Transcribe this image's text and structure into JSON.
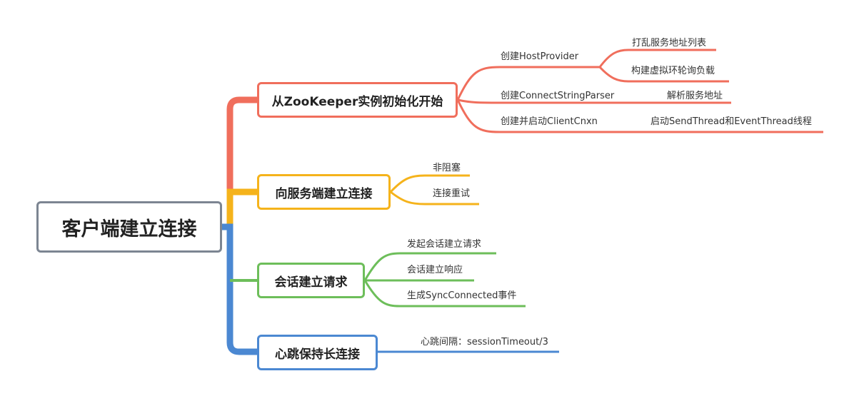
{
  "colors": {
    "root_border": "#7c8592",
    "branch1": "#f06e5c",
    "branch2": "#f5b31b",
    "branch3": "#6dbe5a",
    "branch4": "#4b88d2"
  },
  "root": {
    "label": "客户端建立连接"
  },
  "branches": [
    {
      "label": "从ZooKeeper实例初始化开始",
      "children": [
        {
          "label": "创建HostProvider",
          "children": [
            {
              "label": "打乱服务地址列表"
            },
            {
              "label": "构建虚拟环轮询负载"
            }
          ]
        },
        {
          "label": "创建ConnectStringParser",
          "children": [
            {
              "label": "解析服务地址"
            }
          ]
        },
        {
          "label": "创建并启动ClientCnxn",
          "children": [
            {
              "label": "启动SendThread和EventThread线程"
            }
          ]
        }
      ]
    },
    {
      "label": "向服务端建立连接",
      "children": [
        {
          "label": "非阻塞"
        },
        {
          "label": "连接重试"
        }
      ]
    },
    {
      "label": "会话建立请求",
      "children": [
        {
          "label": "发起会话建立请求"
        },
        {
          "label": "会话建立响应"
        },
        {
          "label": "生成SyncConnected事件"
        }
      ]
    },
    {
      "label": "心跳保持长连接",
      "children": [
        {
          "label": "心跳间隔：sessionTimeout/3"
        }
      ]
    }
  ]
}
